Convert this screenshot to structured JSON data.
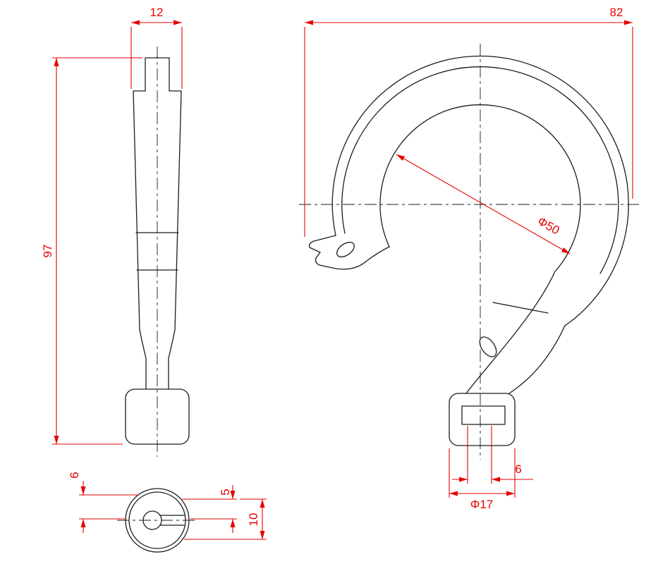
{
  "drawing": {
    "background": "#ffffff",
    "colors": {
      "dimension": "#e60000",
      "outline": "#1c1c1c"
    },
    "dimensions": {
      "side_width": {
        "label": "12"
      },
      "side_height": {
        "label": "97"
      },
      "front_width": {
        "label": "82"
      },
      "inner_diameter": {
        "label": "Φ50"
      },
      "knob_slot_width": {
        "label": "6"
      },
      "knob_diameter": {
        "label": "Φ17"
      },
      "bottom_offset": {
        "label": "6"
      },
      "bottom_slot_offset": {
        "label": "5"
      },
      "bottom_depth": {
        "label": "10"
      }
    }
  }
}
